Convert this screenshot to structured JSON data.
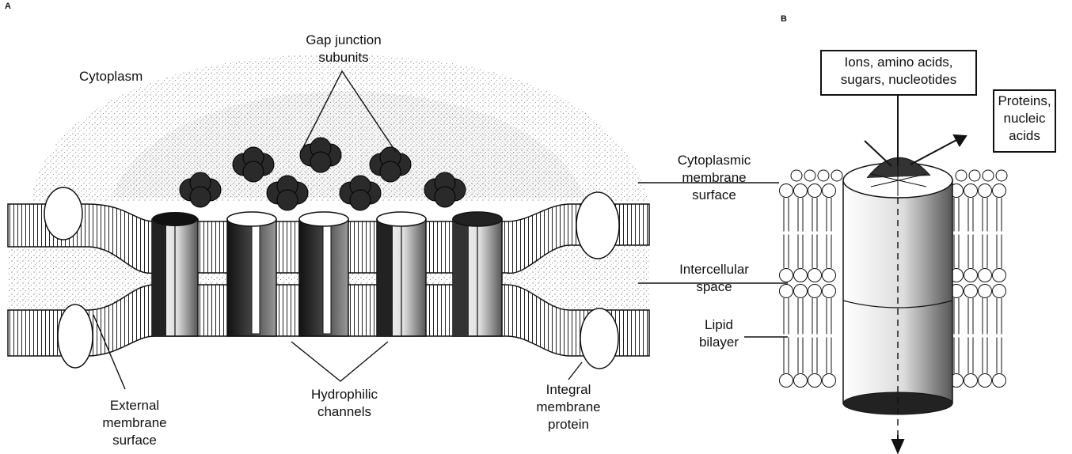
{
  "panel_a": {
    "letter": "A",
    "cytoplasm": "Cytoplasm",
    "gap_junction": [
      "Gap junction",
      "subunits"
    ],
    "hydrophilic": [
      "Hydrophilic",
      "channels"
    ],
    "external": [
      "External",
      "membrane",
      "surface"
    ],
    "integral": [
      "Integral",
      "membrane",
      "protein"
    ]
  },
  "panel_b": {
    "letter": "B",
    "ions_box": [
      "Ions, amino acids,",
      "sugars, nucleotides"
    ],
    "proteins_box": [
      "Proteins,",
      "nucleic",
      "acids"
    ],
    "cytoplasmic_surface": [
      "Cytoplasmic",
      "membrane",
      "surface"
    ],
    "intercellular": [
      "Intercellular",
      "space"
    ],
    "lipid": [
      "Lipid",
      "bilayer"
    ]
  },
  "colors": {
    "ink": "#111111",
    "paper": "#ffffff",
    "stipple": "#8a8a8a",
    "dark_subunit": "#2a2a2a"
  }
}
